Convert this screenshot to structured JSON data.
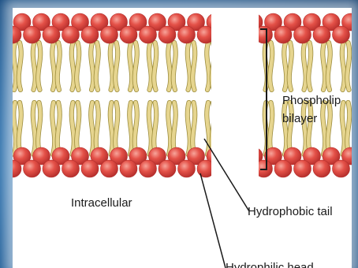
{
  "labels": {
    "bilayer_line1": "Phospholip",
    "bilayer_line2": "bilayer",
    "intracellular": "Intracellular",
    "tail": "Hydrophobic tail",
    "head": "Hydrophilic head"
  },
  "colors": {
    "background": "#1d5c97",
    "head": "#e04b44",
    "head_highlight": "#f28a80",
    "head_shadow": "#b22c2a",
    "tail": "#e6d58f",
    "tail_outline": "#9c8c3c",
    "line": "#1a1a1a"
  }
}
